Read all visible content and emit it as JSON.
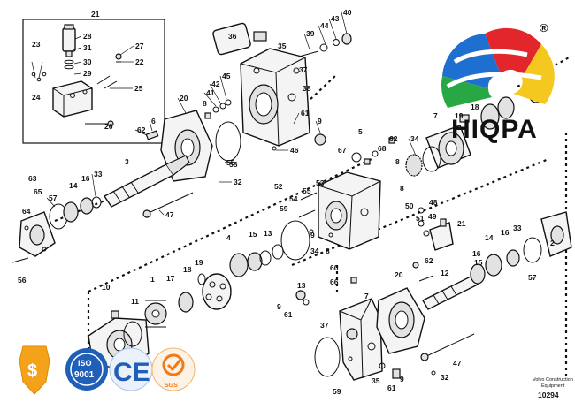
{
  "diagram": {
    "callouts": [
      "1",
      "2",
      "3",
      "4",
      "5",
      "6",
      "7",
      "8",
      "9",
      "10",
      "11",
      "12",
      "13",
      "14",
      "15",
      "16",
      "17",
      "18",
      "19",
      "20",
      "21",
      "22",
      "23",
      "24",
      "25",
      "26",
      "27",
      "28",
      "29",
      "30",
      "31",
      "32",
      "33",
      "34",
      "35",
      "36",
      "37",
      "38",
      "39",
      "40",
      "41",
      "42",
      "43",
      "44",
      "45",
      "46",
      "47",
      "48",
      "49",
      "50",
      "51",
      "52",
      "53",
      "54",
      "55",
      "56",
      "57",
      "58",
      "59",
      "60",
      "61",
      "62",
      "63",
      "64",
      "65",
      "66",
      "67",
      "68"
    ],
    "footer_line1": "Volvo Construction",
    "footer_line2": "Equipment",
    "footer_code": "10294"
  },
  "brand": {
    "name": "HIQPA",
    "registered_mark": "®",
    "colors": {
      "red": "#e3262b",
      "green": "#27a844",
      "blue": "#1f6fd0",
      "yellow": "#f5c81f"
    }
  },
  "certifications": {
    "iso_line1": "ISO",
    "iso_line2": "9001",
    "ce_mark": "CE",
    "sgs_label": "SGS"
  }
}
